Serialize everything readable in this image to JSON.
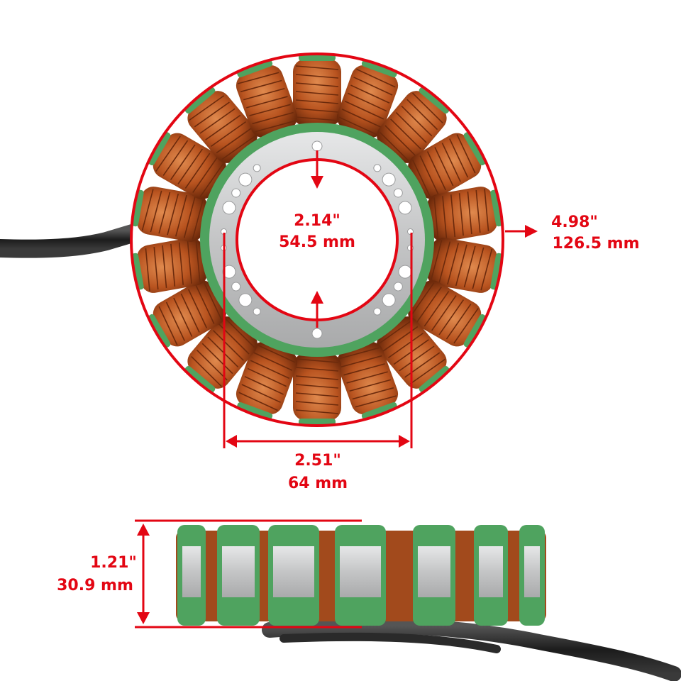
{
  "colors": {
    "accent": "#e30613",
    "copper": "#b8531f",
    "insulator": "#4fa35f",
    "steel": "#c9cacb"
  },
  "dimensions": {
    "inner_diameter": {
      "inch": "2.14\"",
      "mm": "54.5 mm"
    },
    "outer_diameter": {
      "inch": "4.98\"",
      "mm": "126.5 mm"
    },
    "bolt_spacing": {
      "inch": "2.51\"",
      "mm": "64 mm"
    },
    "thickness": {
      "inch": "1.21\"",
      "mm": "30.9 mm"
    }
  }
}
